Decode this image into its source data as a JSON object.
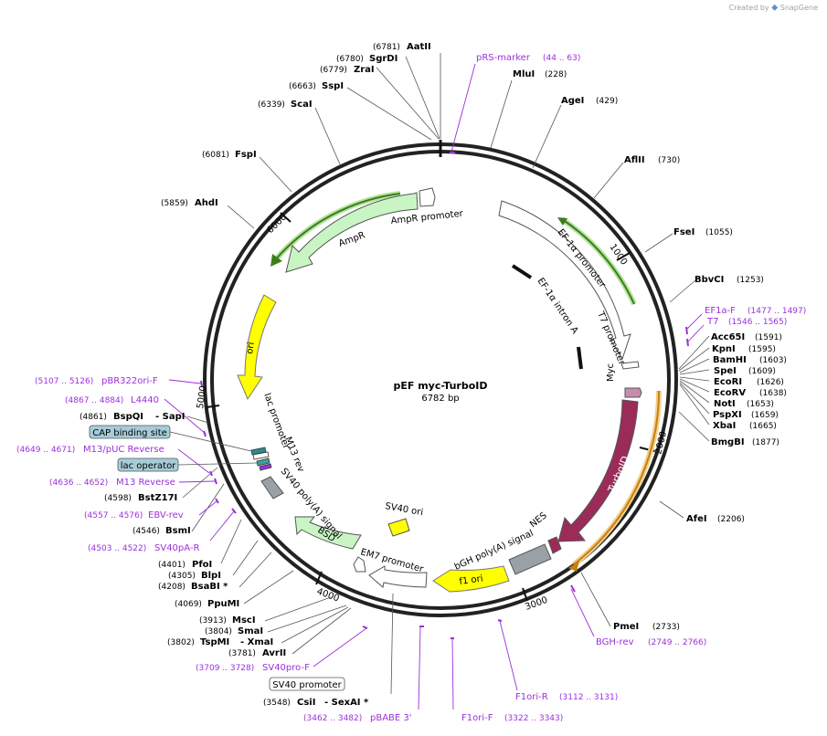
{
  "branding": {
    "created_by": "Created by",
    "app": "SnapGene"
  },
  "plasmid": {
    "name": "pEF myc-TurboID",
    "size": "6782 bp"
  },
  "ticks": [
    {
      "label": "1000"
    },
    {
      "label": "2000"
    },
    {
      "label": "3000"
    },
    {
      "label": "4000"
    },
    {
      "label": "5000"
    },
    {
      "label": "6000"
    }
  ],
  "enzymes": [
    {
      "name": "AatII",
      "pos": "(6781)"
    },
    {
      "name": "SgrDI",
      "pos": "(6780)"
    },
    {
      "name": "ZraI",
      "pos": "(6779)"
    },
    {
      "name": "SspI",
      "pos": "(6663)"
    },
    {
      "name": "ScaI",
      "pos": "(6339)"
    },
    {
      "name": "FspI",
      "pos": "(6081)"
    },
    {
      "name": "AhdI",
      "pos": "(5859)"
    },
    {
      "name": "MluI",
      "pos": "(228)"
    },
    {
      "name": "AgeI",
      "pos": "(429)"
    },
    {
      "name": "AflII",
      "pos": "(730)"
    },
    {
      "name": "FseI",
      "pos": "(1055)"
    },
    {
      "name": "BbvCI",
      "pos": "(1253)"
    },
    {
      "name": "Acc65I",
      "pos": "(1591)"
    },
    {
      "name": "KpnI",
      "pos": "(1595)"
    },
    {
      "name": "BamHI",
      "pos": "(1603)"
    },
    {
      "name": "SpeI",
      "pos": "(1609)"
    },
    {
      "name": "EcoRI",
      "pos": "(1626)"
    },
    {
      "name": "EcoRV",
      "pos": "(1638)"
    },
    {
      "name": "NotI",
      "pos": "(1653)"
    },
    {
      "name": "PspXI",
      "pos": "(1659)"
    },
    {
      "name": "XbaI",
      "pos": "(1665)"
    },
    {
      "name": "BmgBI",
      "pos": "(1877)"
    },
    {
      "name": "AfeI",
      "pos": "(2206)"
    },
    {
      "name": "PmeI",
      "pos": "(2733)"
    },
    {
      "name": "BspQI",
      "pos": "(4861)"
    },
    {
      "name": "- SapI",
      "pos": ""
    },
    {
      "name": "BstZ17I",
      "pos": "(4598)"
    },
    {
      "name": "BsmI",
      "pos": "(4546)"
    },
    {
      "name": "PfoI",
      "pos": "(4401)"
    },
    {
      "name": "BlpI",
      "pos": "(4305)"
    },
    {
      "name": "BsaBI *",
      "pos": "(4208)"
    },
    {
      "name": "PpuMI",
      "pos": "(4069)"
    },
    {
      "name": "MscI",
      "pos": "(3913)"
    },
    {
      "name": "SmaI",
      "pos": "(3804)"
    },
    {
      "name": "TspMI",
      "pos": "(3802)"
    },
    {
      "name": "- XmaI",
      "pos": ""
    },
    {
      "name": "AvrII",
      "pos": "(3781)"
    },
    {
      "name": "CsiI",
      "pos": "(3548)"
    },
    {
      "name": "- SexAI *",
      "pos": ""
    }
  ],
  "primers": [
    {
      "name": "pRS-marker",
      "pos": "(44 .. 63)"
    },
    {
      "name": "EF1a-F",
      "pos": "(1477 .. 1497)"
    },
    {
      "name": "T7",
      "pos": "(1546 .. 1565)"
    },
    {
      "name": "BGH-rev",
      "pos": "(2749 .. 2766)"
    },
    {
      "name": "F1ori-R",
      "pos": "(3112 .. 3131)"
    },
    {
      "name": "F1ori-F",
      "pos": "(3322 .. 3343)"
    },
    {
      "name": "pBABE 3'",
      "pos": "(3462 .. 3482)"
    },
    {
      "name": "SV40pro-F",
      "pos": "(3709 .. 3728)"
    },
    {
      "name": "SV40pA-R",
      "pos": "(4503 .. 4522)"
    },
    {
      "name": "EBV-rev",
      "pos": "(4557 .. 4576)"
    },
    {
      "name": "M13 Reverse",
      "pos": "(4636 .. 4652)"
    },
    {
      "name": "M13/pUC Reverse",
      "pos": "(4649 .. 4671)"
    },
    {
      "name": "L4440",
      "pos": "(4867 .. 4884)"
    },
    {
      "name": "pBR322ori-F",
      "pos": "(5107 .. 5126)"
    }
  ],
  "boxed_labels": [
    {
      "name": "CAP binding site"
    },
    {
      "name": "lac operator"
    },
    {
      "name": "SV40 promoter"
    }
  ],
  "features": [
    {
      "name": "AmpR promoter"
    },
    {
      "name": "AmpR"
    },
    {
      "name": "ori"
    },
    {
      "name": "EF-1α promoter"
    },
    {
      "name": "EF-1α intron A"
    },
    {
      "name": "T7 promoter"
    },
    {
      "name": "Myc"
    },
    {
      "name": "TurboID"
    },
    {
      "name": "NES"
    },
    {
      "name": "bGH poly(A) signal"
    },
    {
      "name": "f1 ori"
    },
    {
      "name": "EM7 promoter"
    },
    {
      "name": "BSD"
    },
    {
      "name": "SV40 poly(A) signal"
    },
    {
      "name": "SV40 ori"
    },
    {
      "name": "lac promoter"
    },
    {
      "name": "M13 rev"
    }
  ],
  "colors": {
    "backbone": "#222222",
    "amp": "#c9f5c4",
    "ori": "#ffff00",
    "turbo": "#9b2c5a",
    "primer": "#9b30d9",
    "gray": "#9aa1a6",
    "boxfill": "#a6ccd8"
  }
}
